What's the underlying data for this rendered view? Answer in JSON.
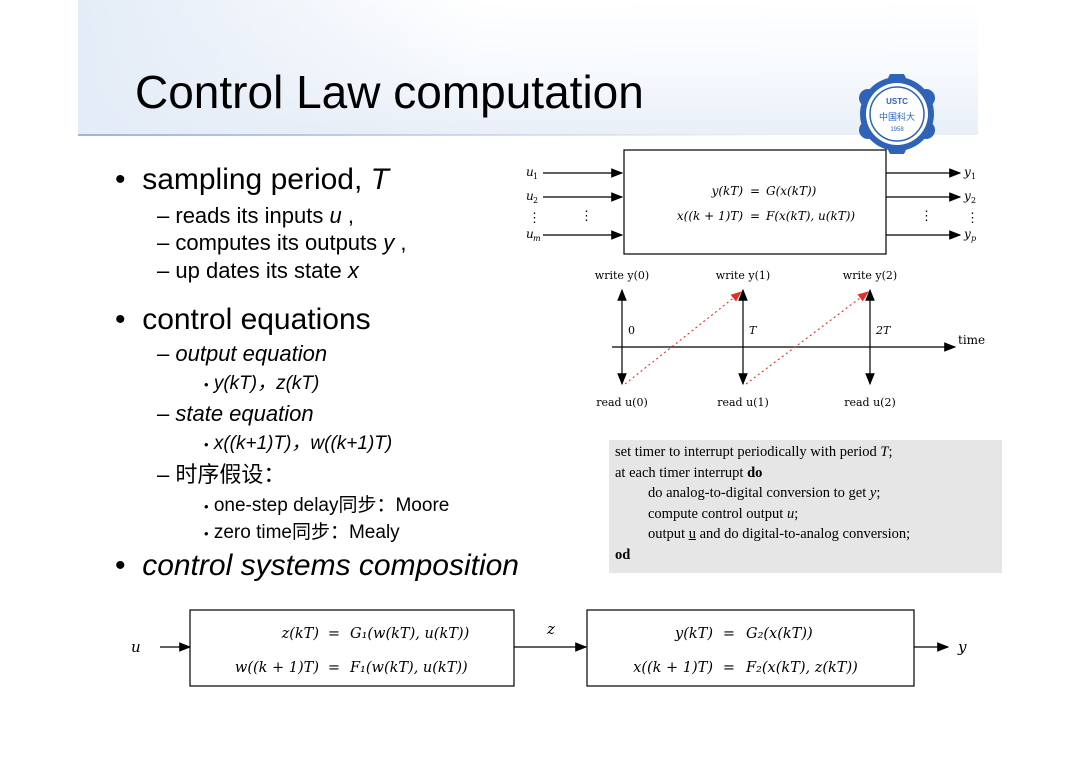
{
  "slide": {
    "title": "Control Law computation"
  },
  "bullets": {
    "sampling": "sampling period, ",
    "sampling_T": "T",
    "reads_prefix": "reads its inputs ",
    "reads_var": "u",
    "reads_suffix": " ,",
    "computes_prefix": "computes its outputs ",
    "computes_var": "y",
    "computes_suffix": " ,",
    "updates_prefix": "up dates its state ",
    "updates_var": "x",
    "control_eq": "control equations",
    "output_eq": "output equation",
    "output_eq_terms": "y(kT)，z(kT)",
    "state_eq": "state equation",
    "state_eq_terms": "x((k+1)T)，w((k+1)T)",
    "timing": "时序假设：",
    "one_step": "one-step delay同步：Moore",
    "zero_time": "zero time同步：Mealy",
    "composition": "control systems composition",
    "dash": "–",
    "dot": "•"
  },
  "system_block": {
    "inputs": [
      "u",
      "1",
      "u",
      "2",
      "u",
      "m"
    ],
    "outputs": [
      "y",
      "1",
      "y",
      "2",
      "y",
      "p"
    ],
    "eq1_lhs": "y(kT)",
    "eq1_rhs": "G(x(kT))",
    "eq2_lhs": "x((k + 1)T)",
    "eq2_rhs": "F(x(kT), u(kT))",
    "equals": "=",
    "vdots": "⋮"
  },
  "timeline": {
    "writes": [
      "write y(0)",
      "write y(1)",
      "write y(2)"
    ],
    "reads": [
      "read u(0)",
      "read u(1)",
      "read u(2)"
    ],
    "ticks": [
      "0",
      "T",
      "2T"
    ],
    "axis_label": "time"
  },
  "code": {
    "line1_a": "set timer to interrupt periodically with period ",
    "line1_b": "T",
    "line1_c": ";",
    "line2_a": "at each timer interrupt ",
    "line2_kw": "do",
    "line3_a": "do analog-to-digital conversion to get ",
    "line3_b": "y",
    "line3_c": ";",
    "line4_a": "compute control output ",
    "line4_b": "u",
    "line4_c": ";",
    "line5_a": "output ",
    "line5_u": "u",
    "line5_b": " and do digital-to-analog conversion;",
    "line6_kw": "od"
  },
  "composition": {
    "input": "u",
    "link": "z",
    "output": "y",
    "b1_eq1_lhs": "z(kT)",
    "b1_eq1_rhs": "G₁(w(kT), u(kT))",
    "b1_eq2_lhs": "w((k + 1)T)",
    "b1_eq2_rhs": "F₁(w(kT), u(kT))",
    "b2_eq1_lhs": "y(kT)",
    "b2_eq1_rhs": "G₂(x(kT))",
    "b2_eq2_lhs": "x((k + 1)T)",
    "b2_eq2_rhs": "F₂(x(kT), z(kT))",
    "equals": "="
  },
  "logo": {
    "top_text": "USTC",
    "middle_text": "中国科大",
    "year": "1958"
  },
  "colors": {
    "title_rule": "#9fb4d6",
    "logo_blue": "#2f63b7",
    "code_bg": "#e6e6e6",
    "dotted_arrow": "#e0322b"
  }
}
